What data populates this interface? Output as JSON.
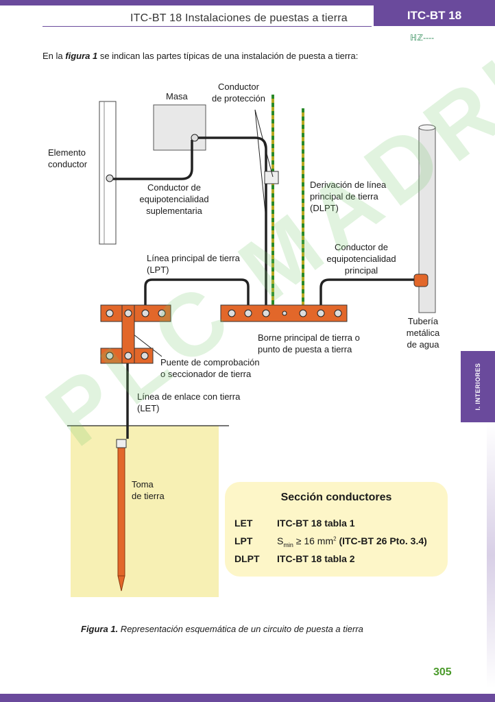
{
  "header": {
    "title": "ITC-BT 18 Instalaciones de puestas a tierra",
    "tab": "ITC-BT 18",
    "logo": "ℍℤ----"
  },
  "intro": {
    "prefix": "En la ",
    "figure_ref": "figura 1",
    "suffix": " se indican las partes típicas de una instalación de puesta a tierra:"
  },
  "figure_labels": {
    "masa": "Masa",
    "conductor_proteccion_1": "Conductor",
    "conductor_proteccion_2": "de protección",
    "elemento_1": "Elemento",
    "elemento_2": "conductor",
    "equip_supl_1": "Conductor de",
    "equip_supl_2": "equipotencialidad",
    "equip_supl_3": "suplementaria",
    "dlpt_1": "Derivación de línea",
    "dlpt_2": "principal de tierra",
    "dlpt_3": "(DLPT)",
    "equip_princ_1": "Conductor de",
    "equip_princ_2": "equipotencialidad",
    "equip_princ_3": "principal",
    "lpt_1": "Línea principal de tierra",
    "lpt_2": "(LPT)",
    "tuberia_1": "Tubería",
    "tuberia_2": "metálica",
    "tuberia_3": "de agua",
    "borne_1": "Borne principal de tierra o",
    "borne_2": "punto de puesta a tierra",
    "puente_1": "Puente de comprobación",
    "puente_2": "o seccionador de tierra",
    "let_1": "Línea de enlace con tierra",
    "let_2": "(LET)",
    "toma_1": "Toma",
    "toma_2": "de tierra"
  },
  "section_box": {
    "title": "Sección conductores",
    "rows": [
      {
        "key": "LET",
        "value": "ITC-BT 18 tabla 1"
      },
      {
        "key": "LPT",
        "value_pre": "S",
        "value_sub": "min",
        "value_mid": " ≥ 16 mm",
        "value_sup": "2",
        "value_ref": " (ITC-BT 26 Pto. 3.4)"
      },
      {
        "key": "DLPT",
        "value": "ITC-BT 18 tabla 2"
      }
    ]
  },
  "caption": {
    "bold": "Figura 1.",
    "text": " Representación esquemática de un circuito de  puesta a tierra"
  },
  "side_tab": "I. INTERIORES",
  "page_number": "305",
  "watermark": "PLC MADRID",
  "colors": {
    "accent": "#6a4a9c",
    "busbar": "#e2672a",
    "ground_zone": "#f7f0b4",
    "page_number": "#4a9a2a"
  }
}
